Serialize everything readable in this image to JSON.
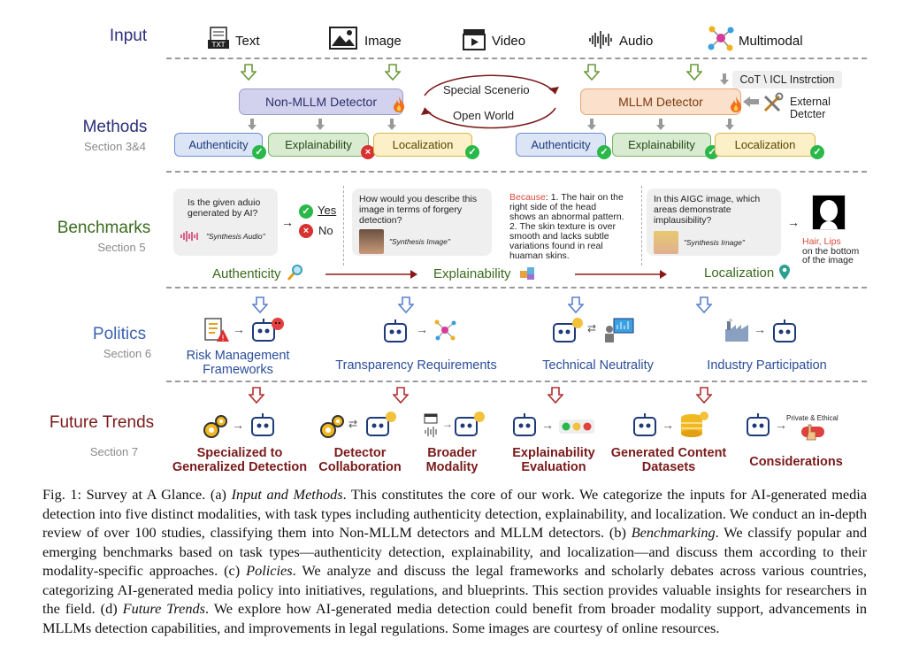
{
  "sections": {
    "input": {
      "title": "Input"
    },
    "methods": {
      "title": "Methods",
      "sub": "Section 3&4"
    },
    "benchmarks": {
      "title": "Benchmarks",
      "sub": "Section 5"
    },
    "politics": {
      "title": "Politics",
      "sub": "Section 6"
    },
    "future": {
      "title": "Future Trends",
      "sub": "Section 7"
    }
  },
  "inputs": [
    "Text",
    "Image",
    "Video",
    "Audio",
    "Multimodal"
  ],
  "methods": {
    "non_mllm": "Non-MLLM Detector",
    "mllm": "MLLM Detector",
    "special": "Special Scenerio",
    "open": "Open World",
    "cot": "CoT \\ ICL Instrction",
    "external_1": "External",
    "external_2": "Detcter",
    "tasks": [
      "Authenticity",
      "Explainability",
      "Localization"
    ]
  },
  "benchmarks": {
    "q1_1": "Is the given aduio",
    "q1_2": "generated by AI?",
    "synth_audio": "\"Synthesis Audio\"",
    "yes": "Yes",
    "no": "No",
    "q2_1": "How would you describe this",
    "q2_2": "image in terms of forgery",
    "q2_3": "detection?",
    "synth_image": "\"Synthesis Image\"",
    "because": "Because",
    "a2_1": ": 1. The hair on the",
    "a2_2": "right side of the head",
    "a2_3": "shows an abnormal pattern.",
    "a2_4": "2. The skin texture is over",
    "a2_5": "smooth and lacks subtle",
    "a2_6": "variations found in real",
    "a2_7": "huaman skins.",
    "q3_1": "In this AIGC image, which",
    "q3_2": "areas demonstrate",
    "q3_3": "implausibility?",
    "synth_image2": "\"Synthesis Image\"",
    "a3_1": "Hair, Lips",
    "a3_2": "on the bottom",
    "a3_3": "of the image",
    "auth": "Authenticity",
    "expl": "Explainability",
    "loc": "Localization"
  },
  "politics": {
    "risk_1": "Risk Management",
    "risk_2": "Frameworks",
    "transp": "Transparency Requirements",
    "tech": "Technical Neutrality",
    "industry": "Industry Participation"
  },
  "future": {
    "f1_1": "Specialized to",
    "f1_2": "Generalized Detection",
    "f2_1": "Detector",
    "f2_2": "Collaboration",
    "f3_1": "Broader",
    "f3_2": "Modality",
    "f4_1": "Explainability",
    "f4_2": "Evaluation",
    "f5_1": "Generated Content",
    "f5_2": "Datasets",
    "f6": "Considerations",
    "private": "Private & Ethical"
  },
  "caption": {
    "fig": "Fig. 1: Survey at A Glance. (a) ",
    "a_it": "Input and Methods",
    "a": ". This constitutes the core of our work. We categorize the inputs for AI-generated media detection into five distinct modalities, with task types including authenticity detection, explainability, and localization. We conduct an in-depth review of over 100 studies, classifying them into Non-MLLM detectors and MLLM detectors. (b) ",
    "b_it": "Benchmarking",
    "b": ". We classify popular and emerging benchmarks based on task types—authenticity detection, explainability, and localization—and discuss them according to their modality-specific approaches. (c) ",
    "c_it": "Policies",
    "c": ". We analyze and discuss the legal frameworks and scholarly debates across various countries, categorizing AI-generated media policy into initiatives, regulations, and blueprints. This section provides valuable insights for researchers in the field. (d) ",
    "d_it": "Future Trends",
    "d": ". We explore how AI-generated media detection could benefit from broader modality support, advancements in MLLMs detection capabilities, and improvements in legal regulations. Some images are courtesy of online resources."
  },
  "colors": {
    "input_title": "#2b2f7a",
    "methods_title": "#2b2f7a",
    "bench_title": "#3a6b1e",
    "politics_title": "#3d62b0",
    "future_title": "#7a1a1a"
  }
}
